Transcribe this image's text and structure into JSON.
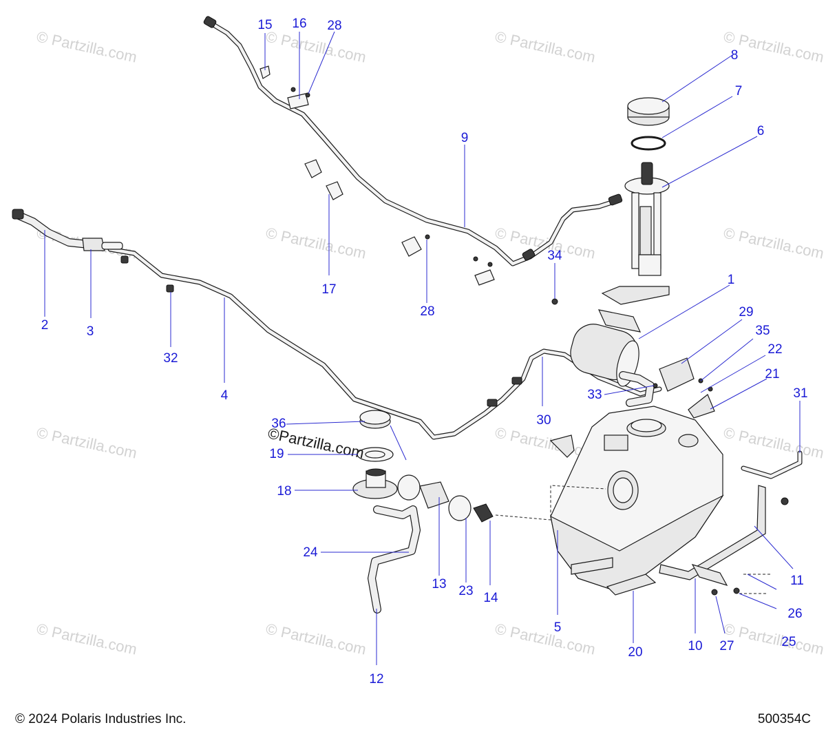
{
  "watermark": "© Partzilla.com",
  "overlay_watermark": "©Partzilla.com",
  "footer": {
    "copyright": "© 2024 Polaris Industries Inc.",
    "diagram_id": "500354C"
  },
  "callouts": {
    "c1": "1",
    "c2": "2",
    "c3": "3",
    "c4": "4",
    "c5": "5",
    "c6": "6",
    "c7": "7",
    "c8": "8",
    "c9": "9",
    "c10": "10",
    "c11": "11",
    "c12": "12",
    "c13": "13",
    "c14": "14",
    "c15": "15",
    "c16": "16",
    "c17": "17",
    "c18": "18",
    "c19": "19",
    "c20": "20",
    "c21": "21",
    "c22": "22",
    "c23": "23",
    "c24": "24",
    "c25": "25",
    "c26": "26",
    "c27": "27",
    "c28a": "28",
    "c28b": "28",
    "c29": "29",
    "c30": "30",
    "c31": "31",
    "c32": "32",
    "c33": "33",
    "c34": "34",
    "c35": "35",
    "c36": "36"
  }
}
